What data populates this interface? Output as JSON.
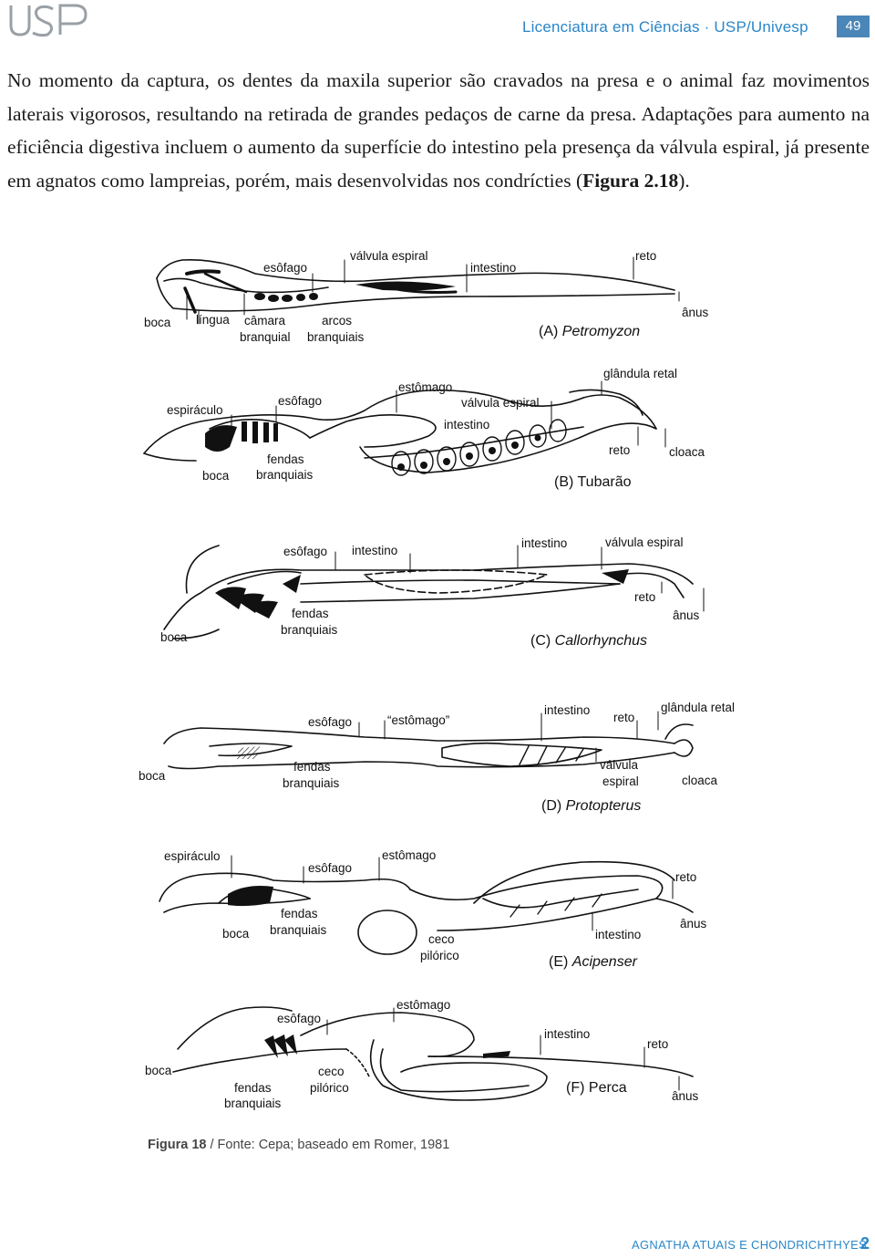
{
  "header": {
    "logo_text": "USP",
    "course": "Licenciatura em Ciências · USP/Univesp",
    "page_number": "49"
  },
  "body": {
    "paragraph_1": "No momento da captura, os dentes da maxila superior são cravados na presa e o animal faz movimentos laterais vigorosos, resultando na retirada de grandes pedaços de carne da presa.",
    "paragraph_2_start": "Adaptações para aumento na eficiência digestiva incluem o aumento da superfície do intestino pela presença da válvula espiral, já presente em agnatos como lampreias, porém, mais desenvolvidas nos condrícties (",
    "paragraph_2_ref": "Figura 2.18",
    "paragraph_2_end": ")."
  },
  "figure": {
    "A": {
      "caption_letter": "(A)",
      "caption_name": "Petromyzon",
      "labels": {
        "boca": "boca",
        "lingua": "língua",
        "camara_1": "câmara",
        "camara_2": "branquial",
        "arcos_1": "arcos",
        "arcos_2": "branquiais",
        "esofago": "esôfago",
        "valvula": "válvula espiral",
        "intestino": "intestino",
        "reto": "reto",
        "anus": "ânus"
      }
    },
    "B": {
      "caption_letter": "(B)",
      "caption_name": "Tubarão",
      "labels": {
        "espiraculo": "espiráculo",
        "esofago": "esôfago",
        "estomago": "estômago",
        "glandula": "glândula retal",
        "valvula": "válvula espiral",
        "intestino": "intestino",
        "reto": "reto",
        "cloaca": "cloaca",
        "boca": "boca",
        "fendas_1": "fendas",
        "fendas_2": "branquiais"
      }
    },
    "C": {
      "caption_letter": "(C)",
      "caption_name": "Callorhynchus",
      "labels": {
        "esofago": "esôfago",
        "intestino_1": "intestino",
        "intestino_2": "intestino",
        "valvula": "válvula espiral",
        "reto": "reto",
        "anus": "ânus",
        "boca": "boca",
        "fendas_1": "fendas",
        "fendas_2": "branquiais"
      }
    },
    "D": {
      "caption_letter": "(D)",
      "caption_name": "Protopterus",
      "labels": {
        "esofago": "esôfago",
        "estomago": "“estômago”",
        "intestino": "intestino",
        "reto": "reto",
        "glandula": "glândula retal",
        "boca": "boca",
        "fendas_1": "fendas",
        "fendas_2": "branquiais",
        "valvula_1": "válvula",
        "valvula_2": "espiral",
        "cloaca": "cloaca"
      }
    },
    "E": {
      "caption_letter": "(E)",
      "caption_name": "Acipenser",
      "labels": {
        "espiraculo": "espiráculo",
        "esofago": "esôfago",
        "estomago": "estômago",
        "reto": "reto",
        "boca": "boca",
        "fendas_1": "fendas",
        "fendas_2": "branquiais",
        "ceco_1": "ceco",
        "ceco_2": "pilórico",
        "intestino": "intestino",
        "anus": "ânus"
      }
    },
    "F": {
      "caption_letter": "(F)",
      "caption_name": "Perca",
      "labels": {
        "estomago": "estômago",
        "esofago": "esôfago",
        "intestino": "intestino",
        "reto": "reto",
        "boca": "boca",
        "ceco_1": "ceco",
        "ceco_2": "pilórico",
        "fendas_1": "fendas",
        "fendas_2": "branquiais",
        "anus": "ânus"
      }
    },
    "caption_bold": "Figura 18",
    "caption_rest": " / Fonte: Cepa; baseado em Romer, 1981"
  },
  "footer": {
    "title": "AGNATHA ATUAIS E CHONDRICHTHYES",
    "number": "2"
  }
}
